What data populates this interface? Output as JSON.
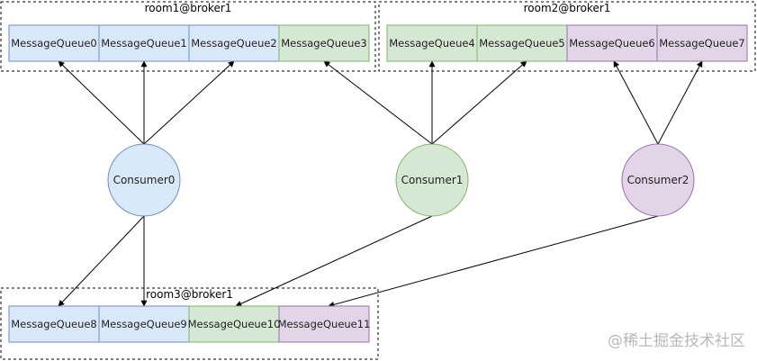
{
  "colors": {
    "blue_fill": "#dae8fc",
    "blue_stroke": "#6c8ebf",
    "green_fill": "#d5e8d4",
    "green_stroke": "#82b366",
    "purple_fill": "#e1d5e7",
    "purple_stroke": "#9673a6",
    "arrow": "#000000"
  },
  "groups": [
    {
      "id": "room1",
      "label": "room1@broker1"
    },
    {
      "id": "room2",
      "label": "room2@broker1"
    },
    {
      "id": "room3",
      "label": "room3@broker1"
    }
  ],
  "queues": [
    {
      "id": "mq0",
      "label": "MessageQueue0",
      "group": "room1",
      "color": "blue"
    },
    {
      "id": "mq1",
      "label": "MessageQueue1",
      "group": "room1",
      "color": "blue"
    },
    {
      "id": "mq2",
      "label": "MessageQueue2",
      "group": "room1",
      "color": "blue"
    },
    {
      "id": "mq3",
      "label": "MessageQueue3",
      "group": "room1",
      "color": "green"
    },
    {
      "id": "mq4",
      "label": "MessageQueue4",
      "group": "room2",
      "color": "green"
    },
    {
      "id": "mq5",
      "label": "MessageQueue5",
      "group": "room2",
      "color": "green"
    },
    {
      "id": "mq6",
      "label": "MessageQueue6",
      "group": "room2",
      "color": "purple"
    },
    {
      "id": "mq7",
      "label": "MessageQueue7",
      "group": "room2",
      "color": "purple"
    },
    {
      "id": "mq8",
      "label": "MessageQueue8",
      "group": "room3",
      "color": "blue"
    },
    {
      "id": "mq9",
      "label": "MessageQueue9",
      "group": "room3",
      "color": "blue"
    },
    {
      "id": "mq10",
      "label": "MessageQueue10",
      "group": "room3",
      "color": "green"
    },
    {
      "id": "mq11",
      "label": "MessageQueue11",
      "group": "room3",
      "color": "purple"
    }
  ],
  "consumers": [
    {
      "id": "c0",
      "label": "Consumer0",
      "color": "blue"
    },
    {
      "id": "c1",
      "label": "Consumer1",
      "color": "green"
    },
    {
      "id": "c2",
      "label": "Consumer2",
      "color": "purple"
    }
  ],
  "edges": [
    {
      "from": "c0",
      "to": "mq0"
    },
    {
      "from": "c0",
      "to": "mq1"
    },
    {
      "from": "c0",
      "to": "mq2"
    },
    {
      "from": "c1",
      "to": "mq3"
    },
    {
      "from": "c1",
      "to": "mq4"
    },
    {
      "from": "c1",
      "to": "mq5"
    },
    {
      "from": "c2",
      "to": "mq6"
    },
    {
      "from": "c2",
      "to": "mq7"
    },
    {
      "from": "c0",
      "to": "mq8"
    },
    {
      "from": "c0",
      "to": "mq9"
    },
    {
      "from": "c1",
      "to": "mq10"
    },
    {
      "from": "c2",
      "to": "mq11"
    }
  ],
  "watermark": "@稀土掘金技术社区"
}
